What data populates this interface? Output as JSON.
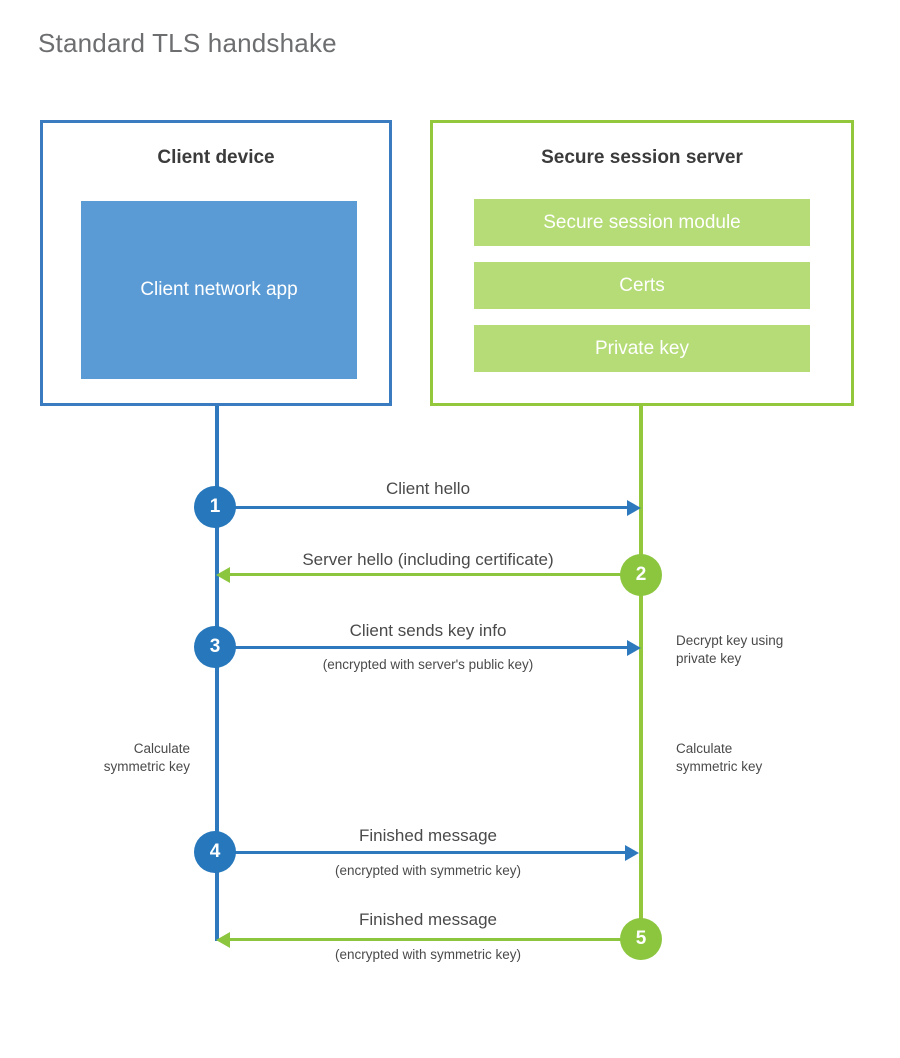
{
  "title": "Standard TLS handshake",
  "actors": {
    "client": {
      "title": "Client device",
      "app_label": "Client network app",
      "border_color": "#3b7bbf",
      "app_fill_color": "#5b9bd5"
    },
    "server": {
      "title": "Secure session server",
      "border_color": "#93c83d",
      "bar_fill_color": "#b5dc76",
      "bars": [
        {
          "label": "Secure session module"
        },
        {
          "label": "Certs"
        },
        {
          "label": "Private key"
        }
      ]
    }
  },
  "colors": {
    "client_blue": "#2e79bd",
    "client_blue_circle": "#2677bc",
    "server_green": "#8cc63f",
    "server_green_light": "#b5dc76",
    "text_gray": "#4a4a4a",
    "title_gray": "#6d6e70"
  },
  "steps": [
    {
      "number": "1",
      "label": "Client hello",
      "sublabel": "",
      "direction": "client-to-server",
      "color": "#2e79bd"
    },
    {
      "number": "2",
      "label": "Server hello (including certificate)",
      "sublabel": "",
      "direction": "server-to-client",
      "color": "#8cc63f"
    },
    {
      "number": "3",
      "label": "Client sends key info",
      "sublabel": "(encrypted with server's public key)",
      "direction": "client-to-server",
      "color": "#2e79bd"
    },
    {
      "number": "4",
      "label": "Finished message",
      "sublabel": "(encrypted with symmetric key)",
      "direction": "client-to-server",
      "color": "#2e79bd"
    },
    {
      "number": "5",
      "label": "Finished message",
      "sublabel": "(encrypted with symmetric key)",
      "direction": "server-to-client",
      "color": "#8cc63f"
    }
  ],
  "notes": {
    "decrypt_key": "Decrypt key using private key",
    "decrypt_key_line1": "Decrypt key using",
    "decrypt_key_line2": "private key",
    "calculate_symmetric_key_client_line1": "Calculate",
    "calculate_symmetric_key_client_line2": "symmetric key",
    "calculate_symmetric_key_server_line1": "Calculate",
    "calculate_symmetric_key_server_line2": "symmetric key"
  }
}
